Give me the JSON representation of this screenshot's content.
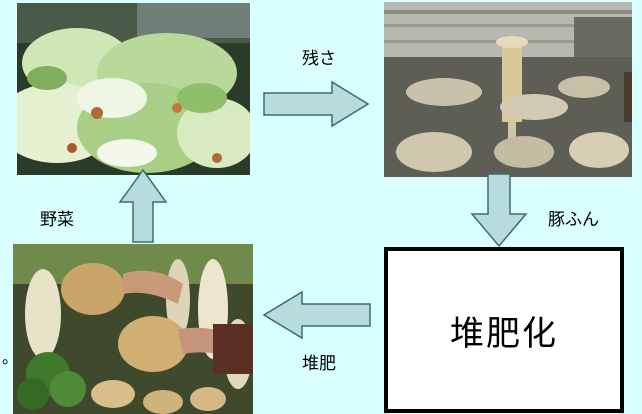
{
  "cycle": {
    "zansa": "残さ",
    "tonfun": "豚ふん",
    "taihi": "堆肥",
    "yasai": "野菜",
    "compost_box": "堆肥化",
    "stray_mark": "。"
  },
  "colors": {
    "background": "#d9ffff",
    "arrow_fill": "#b8dcdc",
    "arrow_stroke": "#3a6b79"
  }
}
